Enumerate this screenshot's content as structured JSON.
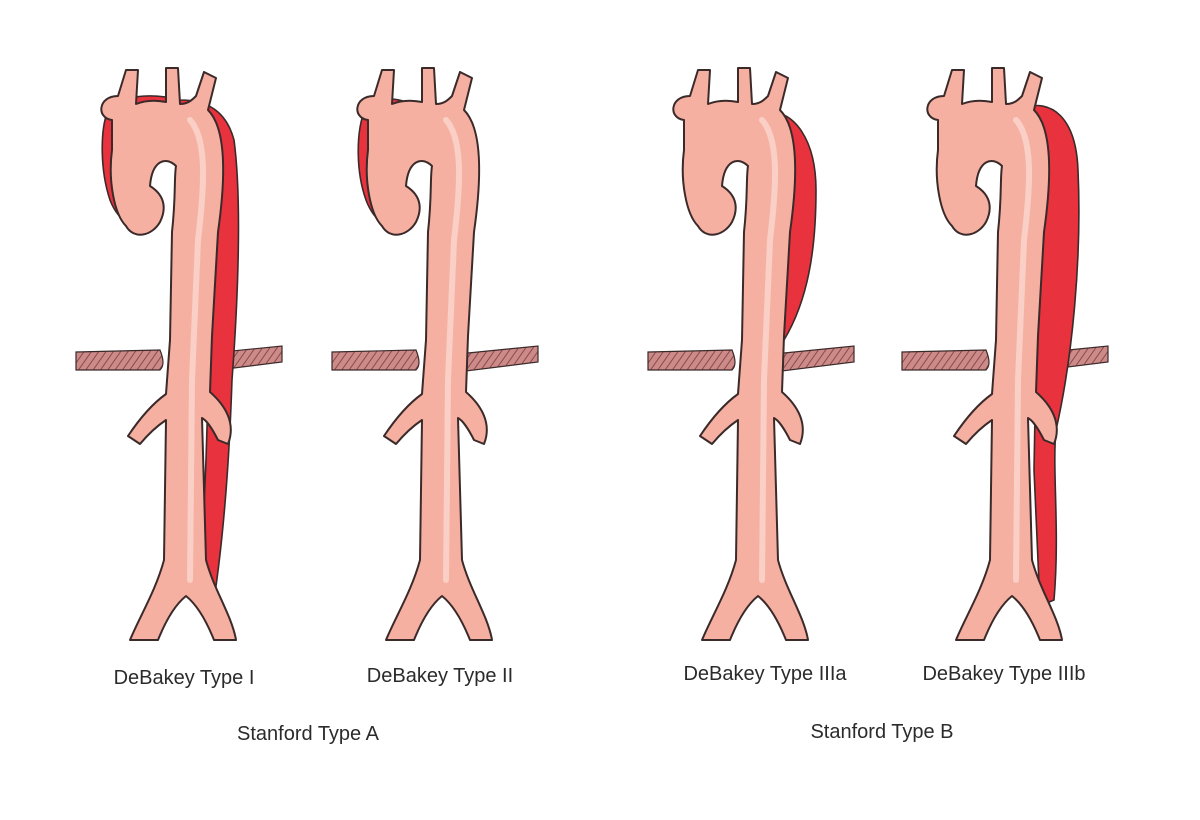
{
  "colors": {
    "lumen_fill": "#f6b0a2",
    "lumen_highlight": "#fbd3c9",
    "dissection_fill": "#e8323e",
    "outline": "#3a2a2a",
    "diaphragm_fill": "#cc8a88",
    "diaphragm_hatch": "#8a4a4c",
    "text": "#2b2b2b"
  },
  "panels": [
    {
      "id": "type-1",
      "label": "DeBakey Type I",
      "dissection": "full"
    },
    {
      "id": "type-2",
      "label": "DeBakey Type II",
      "dissection": "ascending"
    },
    {
      "id": "type-3a",
      "label": "DeBakey Type IIIa",
      "dissection": "descending-thoracic"
    },
    {
      "id": "type-3b",
      "label": "DeBakey Type IIIb",
      "dissection": "descending-full"
    }
  ],
  "groups": [
    {
      "id": "stanford-a",
      "label": "Stanford Type A",
      "panels": [
        "type-1",
        "type-2"
      ]
    },
    {
      "id": "stanford-b",
      "label": "Stanford Type B",
      "panels": [
        "type-3a",
        "type-3b"
      ]
    }
  ]
}
